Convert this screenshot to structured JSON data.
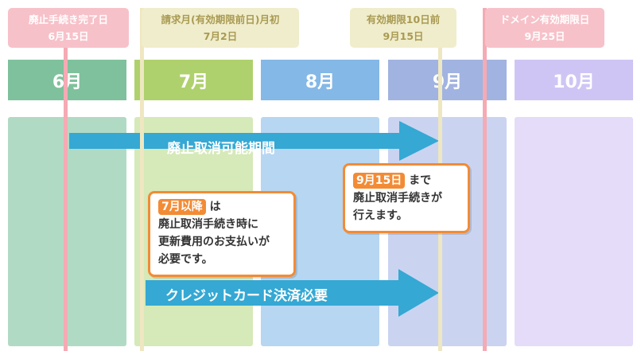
{
  "colors": {
    "month_6_header": "#7fc19c",
    "month_6_body": "#b1dac4",
    "month_7_header": "#afd16d",
    "month_7_body": "#d6e9b8",
    "month_8_header": "#84b8e6",
    "month_8_body": "#b7d6f1",
    "month_9_header": "#a1b3e0",
    "month_9_body": "#cad4f1",
    "month_10_header": "#cfc5f5",
    "month_10_body": "#e4dcf8",
    "pink_line": "#f5aab4",
    "tan_line": "#eee7c1",
    "arrow": "#35a8d4",
    "callout_border": "#f38b35"
  },
  "months": [
    "6月",
    "7月",
    "8月",
    "9月",
    "10月"
  ],
  "markers": [
    {
      "line1": "廃止手続き完了日",
      "line2": "6月15日",
      "style": "pink"
    },
    {
      "line1": "請求月(有効期限前日)月初",
      "line2": "7月2日",
      "style": "tan"
    },
    {
      "line1": "有効期限10日前",
      "line2": "9月15日",
      "style": "tan"
    },
    {
      "line1": "ドメイン有効期限日",
      "line2": "9月25日",
      "style": "pink"
    }
  ],
  "arrows": [
    {
      "label": "廃止取消可能期間"
    },
    {
      "label": "クレジットカード決済必要"
    }
  ],
  "callouts": {
    "sep": {
      "badge": "9月15日",
      "after_badge": "まで",
      "line2": "廃止取消手続きが",
      "line3": "行えます。"
    },
    "jul": {
      "badge": "7月以降",
      "after_badge": "は",
      "line2": "廃止取消手続き時に",
      "line3": "更新費用のお支払いが",
      "line4": "必要です。"
    }
  }
}
